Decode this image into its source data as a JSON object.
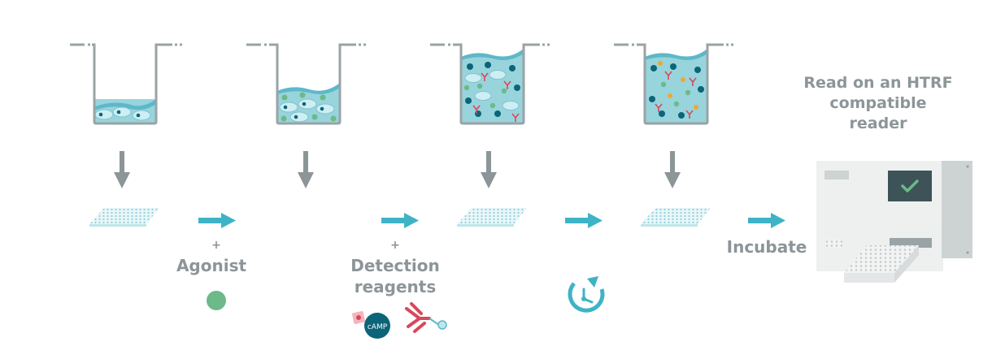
{
  "colors": {
    "grey": "#8c9598",
    "liquid": "#98d4dc",
    "liquid_top": "#5db8c9",
    "teal": "#3fb3c6",
    "dark_teal": "#0c6478",
    "green": "#6cb98a",
    "red": "#d8485a",
    "pink": "#f4b4bc",
    "orange": "#f0a830"
  },
  "steps": {
    "agonist": {
      "plus": "+",
      "label": "Agonist"
    },
    "detection": {
      "plus": "+",
      "label_line1": "Detection",
      "label_line2": "reagents",
      "camp_text": "cAMP"
    },
    "incubate": {
      "label": "Incubate"
    },
    "reader": {
      "line1": "Read on an HTRF",
      "line2": "compatible",
      "line3": "reader"
    }
  },
  "icons": [
    "beaker-icon",
    "down-arrow-icon",
    "microplate-icon",
    "right-arrow-icon",
    "agonist-dot-icon",
    "camp-tracer-icon",
    "antibody-icon",
    "timer-icon",
    "plate-reader-icon",
    "checkmark-icon"
  ]
}
